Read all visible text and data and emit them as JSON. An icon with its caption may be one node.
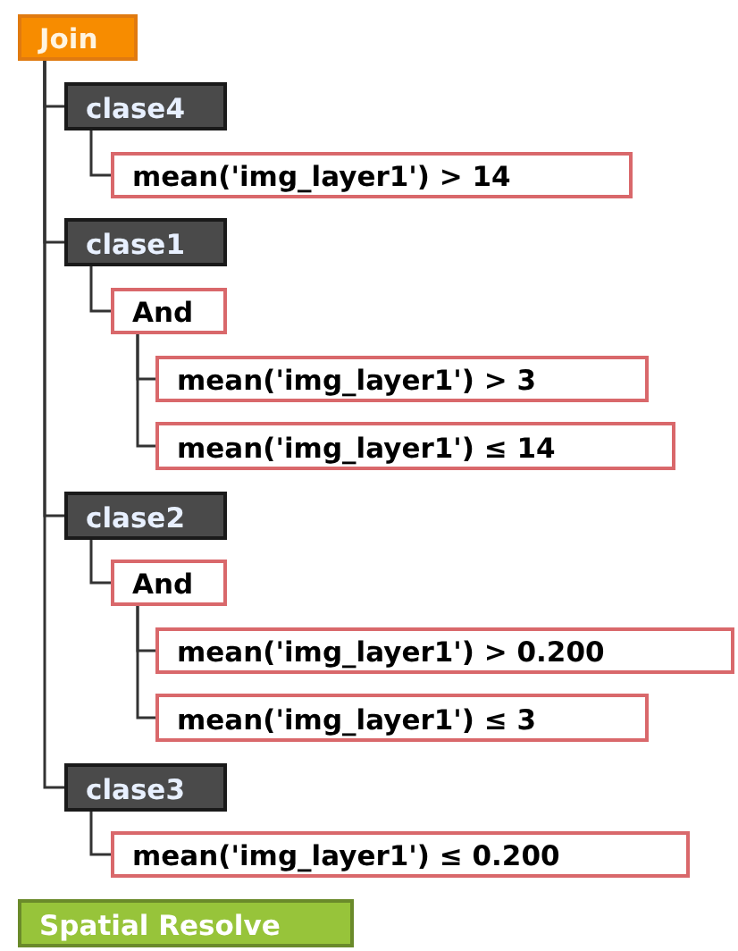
{
  "diagram": {
    "nodes": [
      {
        "text": [
          "Join"
        ]
      },
      {
        "text": [
          "clase4"
        ]
      },
      {
        "text": [
          "mean('img_layer1') > 14"
        ]
      },
      {
        "text": [
          "clase1"
        ]
      },
      {
        "text": [
          "And"
        ]
      },
      {
        "text": [
          "mean('img_layer1') > 3"
        ]
      },
      {
        "text": [
          "mean('img_layer1') ≤ 14"
        ]
      },
      {
        "text": [
          "clase2"
        ]
      },
      {
        "text": [
          "And"
        ]
      },
      {
        "text": [
          "mean('img_layer1') > 0.200"
        ]
      },
      {
        "text": [
          "mean('img_layer1') ≤ 3"
        ]
      },
      {
        "text": [
          "clase3"
        ]
      },
      {
        "text": [
          "mean('img_layer1') ≤ 0.200"
        ]
      },
      {
        "text": [
          "Spatial Resolve"
        ]
      }
    ],
    "edges": [
      {
        "from": 0,
        "to": 1,
        "arrow": "none"
      },
      {
        "from": 1,
        "to": 2,
        "arrow": "none"
      },
      {
        "from": 0,
        "to": 3,
        "arrow": "none"
      },
      {
        "from": 3,
        "to": 4,
        "arrow": "none"
      },
      {
        "from": 4,
        "to": 5,
        "arrow": "none"
      },
      {
        "from": 4,
        "to": 6,
        "arrow": "none"
      },
      {
        "from": 0,
        "to": 7,
        "arrow": "none"
      },
      {
        "from": 7,
        "to": 8,
        "arrow": "none"
      },
      {
        "from": 8,
        "to": 9,
        "arrow": "none"
      },
      {
        "from": 8,
        "to": 10,
        "arrow": "none"
      },
      {
        "from": 0,
        "to": 11,
        "arrow": "none"
      },
      {
        "from": 11,
        "to": 12,
        "arrow": "none"
      }
    ]
  }
}
